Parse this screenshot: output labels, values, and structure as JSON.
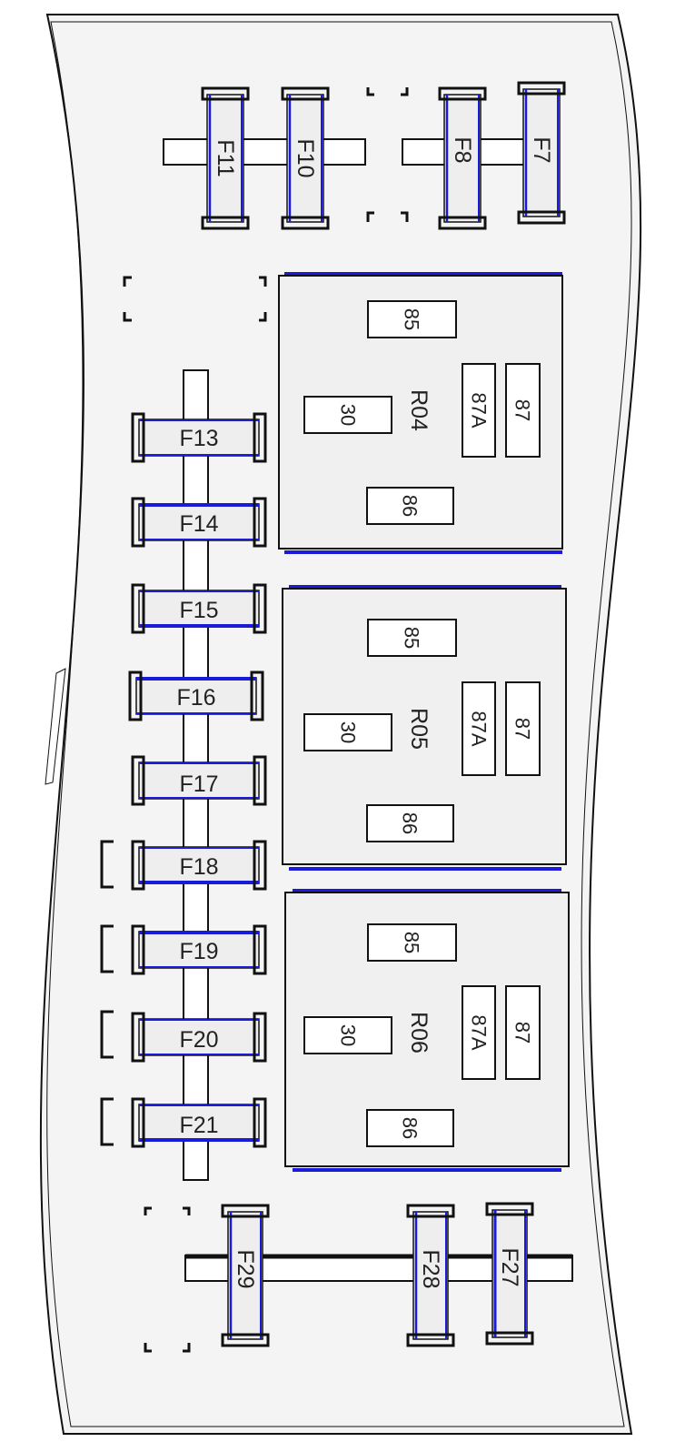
{
  "colors": {
    "outline": "#111111",
    "panel_fill": "#f4f4f4",
    "fuse_fill": "#eeeeee",
    "fuse_accent": "#1a1adb",
    "relay_fill": "#f0f0f0"
  },
  "fuses_top": [
    "F11",
    "F10",
    "F8",
    "F7"
  ],
  "fuses_left": [
    "F13",
    "F14",
    "F15",
    "F16",
    "F17",
    "F18",
    "F19",
    "F20",
    "F21"
  ],
  "fuses_bottom": [
    "F29",
    "F28",
    "F27"
  ],
  "relays": [
    {
      "label": "R04",
      "pins": {
        "p85": "85",
        "p30": "30",
        "p87a": "87A",
        "p87": "87",
        "p86": "86"
      }
    },
    {
      "label": "R05",
      "pins": {
        "p85": "85",
        "p30": "30",
        "p87a": "87A",
        "p87": "87",
        "p86": "86"
      }
    },
    {
      "label": "R06",
      "pins": {
        "p85": "85",
        "p30": "30",
        "p87a": "87A",
        "p87": "87",
        "p86": "86"
      }
    }
  ]
}
